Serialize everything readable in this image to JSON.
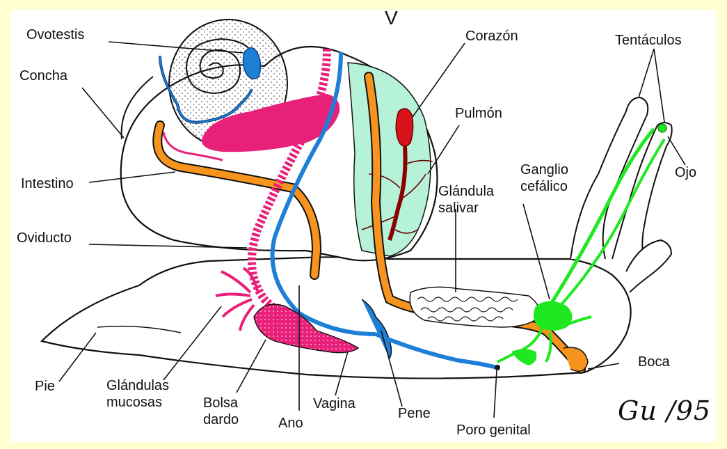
{
  "diagram": {
    "mark": "V",
    "signature": "Gu /95",
    "labels": {
      "ovotestis": "Ovotestis",
      "concha": "Concha",
      "intestino": "Intestino",
      "oviducto": "Oviducto",
      "pie": "Pie",
      "glandulas_mucosas": "Glándulas\nmucosas",
      "bolsa_dardo": "Bolsa\ndardo",
      "ano": "Ano",
      "vagina": "Vagina",
      "pene": "Pene",
      "poro_genital": "Poro genital",
      "boca": "Boca",
      "ojo": "Ojo",
      "tentaculos": "Tentáculos",
      "corazon": "Corazón",
      "pulmon": "Pulmón",
      "glandula_salivar": "Glándula\nsalivar",
      "ganglio_cefalico": "Ganglio\ncefálico"
    },
    "colors": {
      "page_border": "#ffffd0",
      "gonad_blue": "#1e7fd6",
      "reproductive_pink": "#e8207a",
      "intestine_orange": "#f7941d",
      "lung_green": "#b6f2d8",
      "heart_red": "#d8141a",
      "vessel_dark": "#6b0000",
      "nerve_green": "#1ee820",
      "outline": "#111111"
    }
  }
}
